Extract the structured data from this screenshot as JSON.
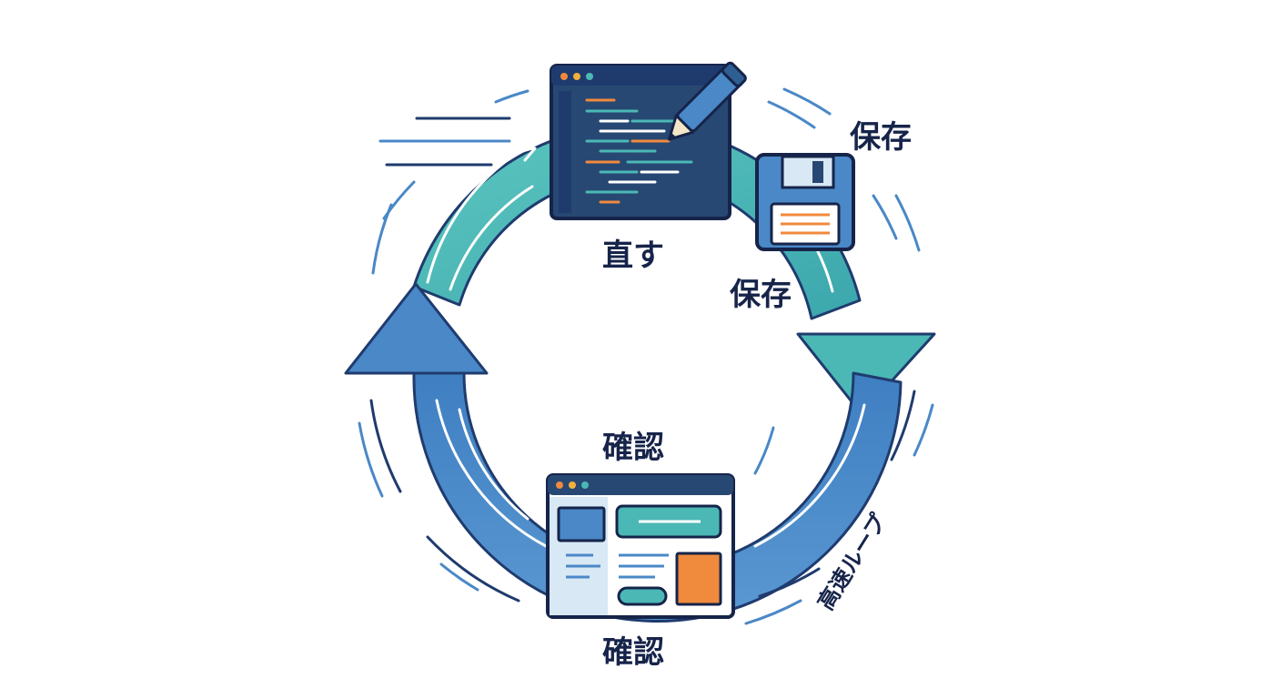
{
  "labels": {
    "fix": "直す",
    "save_top": "保存",
    "save_mid": "保存",
    "check_mid": "確認",
    "check_bottom": "確認",
    "loop": "高速ループ"
  },
  "colors": {
    "teal": "#4bb8b5",
    "blue": "#4a88c7",
    "navy": "#1f3b6e",
    "orange": "#f08a3c",
    "ink": "#16244a",
    "light_blue": "#d8e8f5"
  }
}
